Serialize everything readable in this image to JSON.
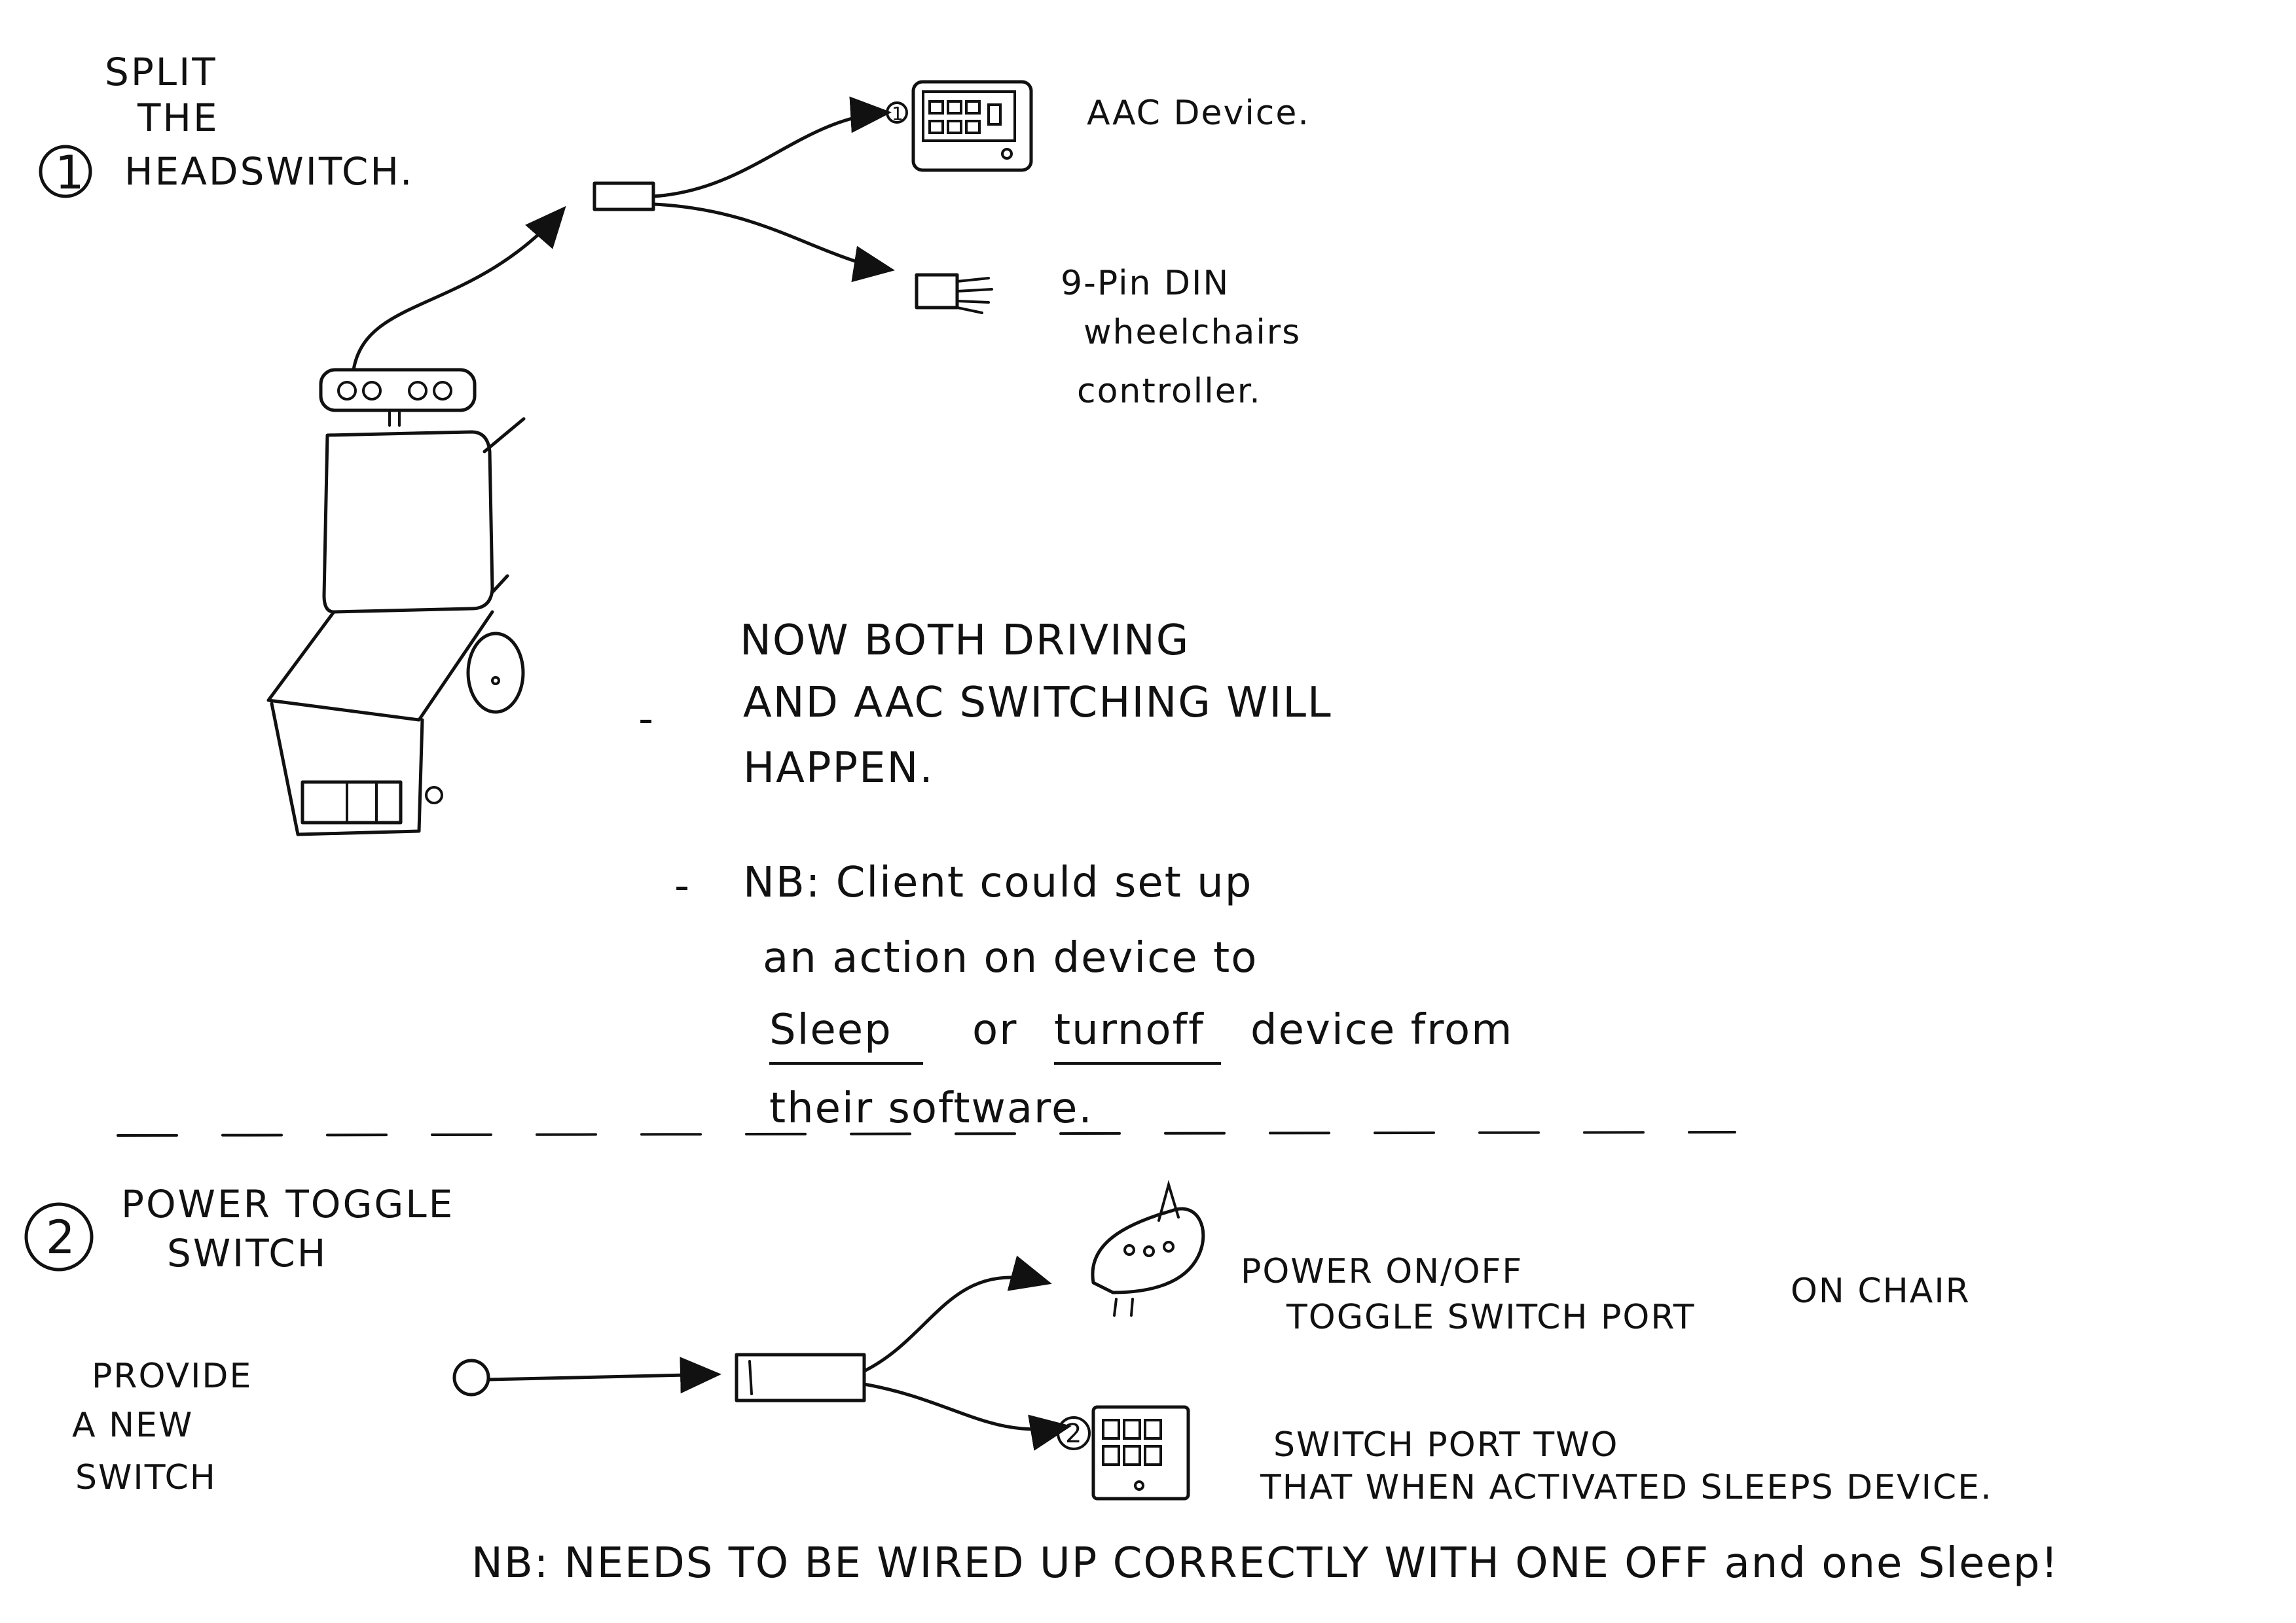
{
  "section1": {
    "number": "1",
    "title_lines": [
      "SPLIT",
      "THE",
      "HEADSWITCH."
    ],
    "aac_device_number": "1",
    "aac_device_label": "AAC Device.",
    "din_label_lines": [
      "9-Pin DIN",
      "wheelchairs",
      "controller."
    ],
    "notes": {
      "bullet": "-",
      "note1_lines": [
        "NOW BOTH DRIVING",
        "AND AAC SWITCHING WILL",
        "HAPPEN."
      ],
      "note2_line1": "NB: Client could set up",
      "note2_line2": "an action on device to",
      "note2_line3_sleep": "Sleep",
      "note2_line3_or": "or",
      "note2_line3_turnoff": "turnoff",
      "note2_line3_rest": "device from",
      "note2_line4": "their software."
    }
  },
  "section2": {
    "number": "2",
    "title_lines": [
      "POWER TOGGLE",
      "SWITCH"
    ],
    "provide_lines": [
      "PROVIDE",
      "A NEW",
      "SWITCH"
    ],
    "power_port_lines": [
      "POWER ON/OFF",
      "TOGGLE SWITCH PORT",
      "ON CHAIR"
    ],
    "device_number": "2",
    "switch_port_lines": [
      "SWITCH PORT TWO",
      "THAT WHEN ACTIVATED SLEEPS DEVICE."
    ],
    "footnote": "NB: NEEDS TO BE WIRED UP CORRECTLY WITH ONE OFF and one Sleep!"
  }
}
